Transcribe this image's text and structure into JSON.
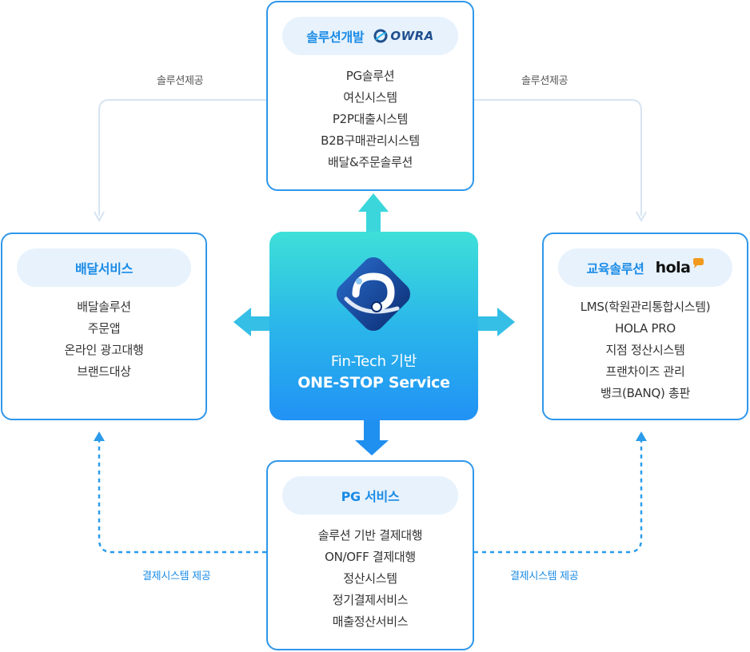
{
  "top": {
    "title": "솔루션개발",
    "logo_text": "OWRA",
    "items": [
      "PG솔루션",
      "여신시스템",
      "P2P대출시스템",
      "B2B구매관리시스템",
      "배달&주문솔루션"
    ]
  },
  "left": {
    "title": "배달서비스",
    "items": [
      "배달솔루션",
      "주문앱",
      "온라인 광고대행",
      "브랜드대상"
    ]
  },
  "right": {
    "title": "교육솔루션",
    "logo_text": "hola",
    "items": [
      "LMS(학원관리통합시스템)",
      "HOLA PRO",
      "지점 정산시스템",
      "프랜차이즈 관리",
      "뱅크(BANQ) 총판"
    ]
  },
  "bottom": {
    "title": "PG 서비스",
    "items": [
      "솔루션 기반 결제대행",
      "ON/OFF 결제대행",
      "정산시스템",
      "정기결제서비스",
      "매출정산서비스"
    ]
  },
  "center": {
    "subtitle": "Fin-Tech 기반",
    "title": "ONE-STOP Service"
  },
  "connectors": {
    "top_left": "솔루션제공",
    "top_right": "솔루션제공",
    "bottom_left": "결제시스템 제공",
    "bottom_right": "결제시스템 제공"
  },
  "colors": {
    "accent": "#1a8be6",
    "border": "#2f97ea",
    "pill_bg": "#e7f2fd",
    "solid_connector": "#d6e4f3",
    "dashed_connector": "#2b9bea",
    "center_gradient_top": "#3ee0d8",
    "center_gradient_bottom": "#2192f5"
  },
  "icons": {
    "center": "fintech-logo-icon",
    "owra": "owra-logo-icon",
    "hola": "hola-speech-icon"
  }
}
